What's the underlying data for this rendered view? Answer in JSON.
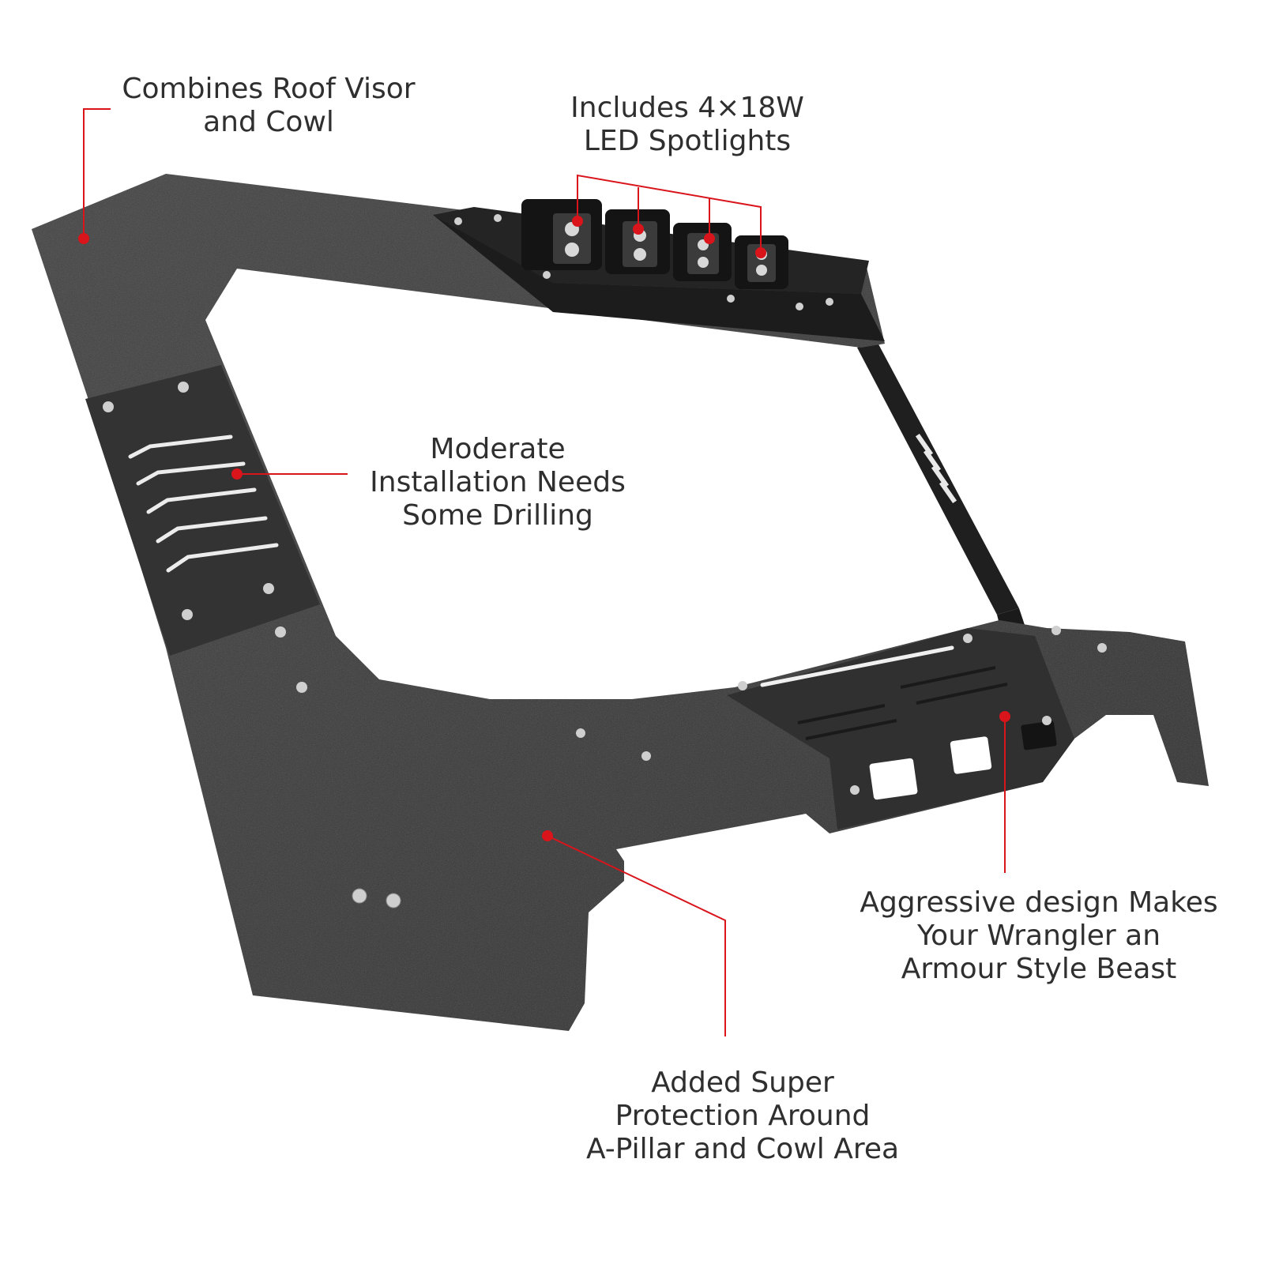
{
  "colors": {
    "accent": "#d9141b",
    "metal": "#2e2e2e",
    "metal_shadow": "#1e1e1e",
    "text": "#2f2f2f",
    "background": "#ffffff"
  },
  "callouts": {
    "roof_visor": {
      "lines": [
        "Combines Roof Visor",
        "and Cowl"
      ]
    },
    "led_spotlights": {
      "lines": [
        "Includes 4×18W",
        "LED Spotlights"
      ]
    },
    "installation": {
      "lines": [
        "Moderate",
        "Installation Needs",
        "Some Drilling"
      ]
    },
    "design": {
      "lines": [
        "Aggressive design Makes",
        "Your Wrangler an",
        "Armour Style Beast"
      ]
    },
    "protection": {
      "lines": [
        "Added Super",
        "Protection Around",
        "A-Pillar and Cowl Area"
      ]
    }
  },
  "product": {
    "name_icon": "windshield-cowl-armor-with-roof-visor",
    "spotlight_count": 4
  }
}
